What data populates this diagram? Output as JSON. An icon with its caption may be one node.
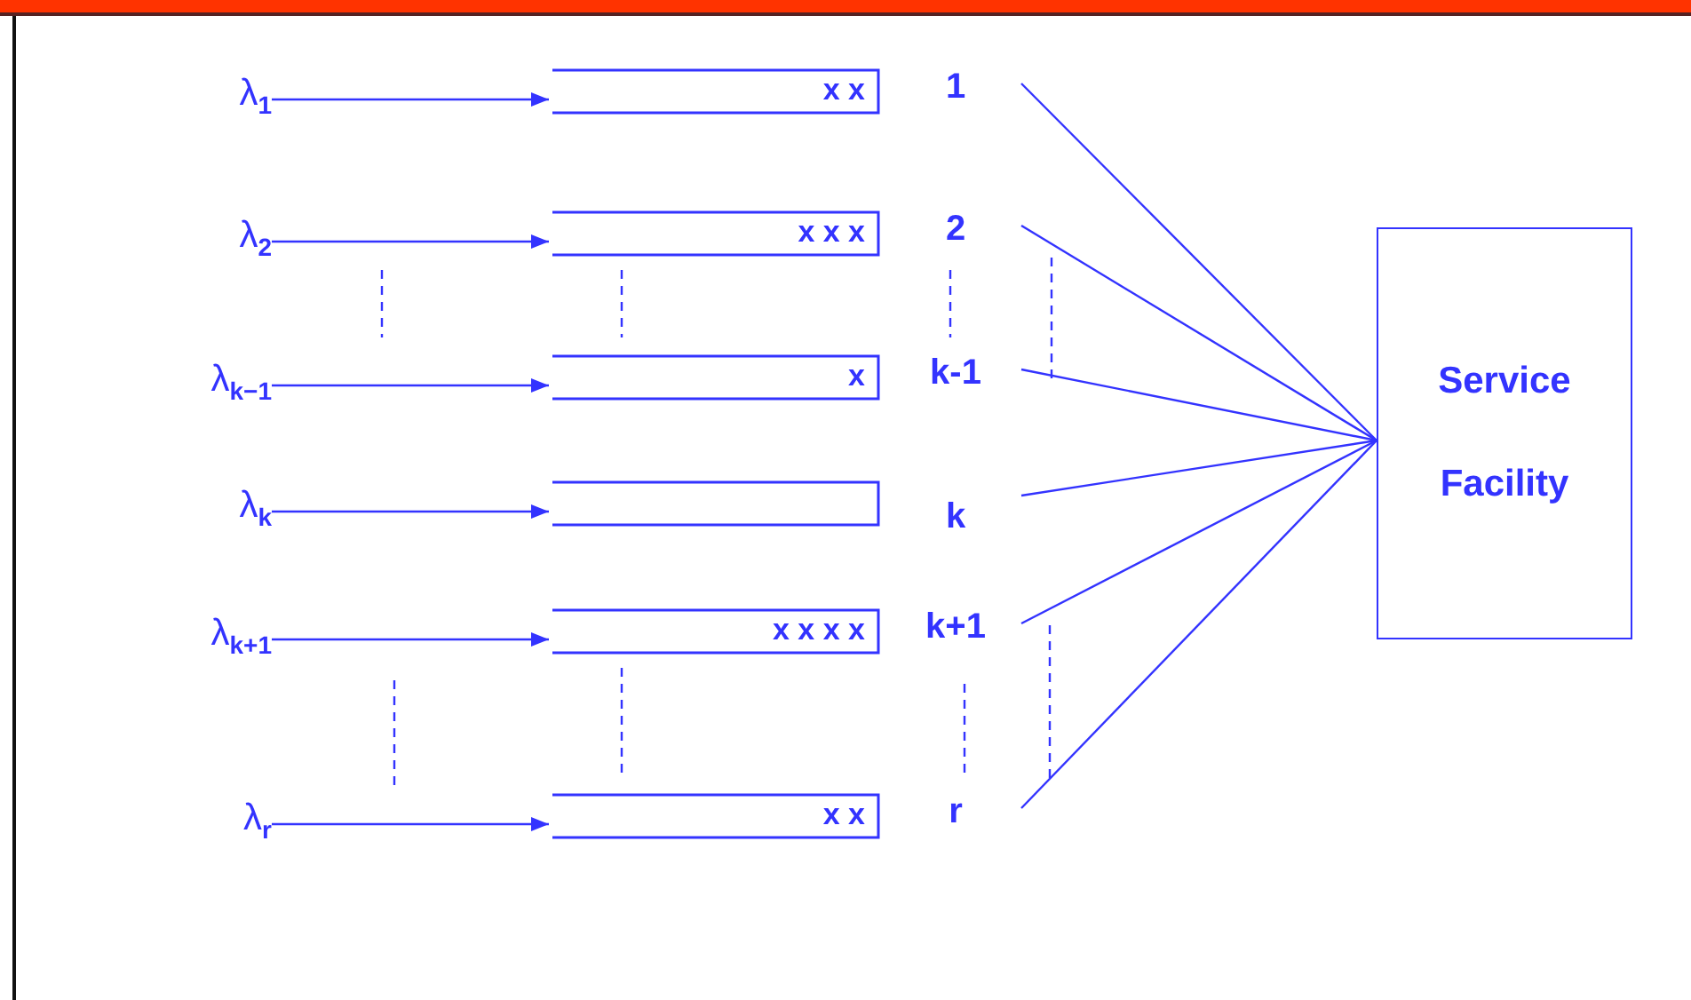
{
  "diagram": {
    "nodes": [
      {
        "text": [
          "λ$_{1}$"
        ]
      },
      {
        "text": [
          "x x"
        ],
        "beside": [
          "1"
        ]
      },
      {
        "text": [
          "λ$_{2}$"
        ]
      },
      {
        "text": [
          "x x x"
        ],
        "beside": [
          "2"
        ]
      },
      {
        "text": [
          "λ$_{k−1}$"
        ]
      },
      {
        "text": [
          "x"
        ],
        "beside": [
          "k-1"
        ]
      },
      {
        "text": [
          "λ$_{k}$"
        ]
      },
      {
        "text": [],
        "shape": "box",
        "beside": [
          "k"
        ]
      },
      {
        "text": [
          "λ$_{k+1}$"
        ]
      },
      {
        "text": [
          "x x x x"
        ],
        "beside": [
          "k+1"
        ]
      },
      {
        "text": [
          "λ$_{r}$"
        ]
      },
      {
        "text": [
          "x x"
        ],
        "beside": [
          "r"
        ]
      },
      {
        "text": [
          "Service Facility"
        ]
      }
    ],
    "edges": [
      {
        "from": 0,
        "to": 1,
        "arrow": "to"
      },
      {
        "from": 2,
        "to": 3,
        "arrow": "to"
      },
      {
        "from": 4,
        "to": 5,
        "arrow": "to"
      },
      {
        "from": 6,
        "to": 7,
        "arrow": "to"
      },
      {
        "from": 8,
        "to": 9,
        "arrow": "to"
      },
      {
        "from": 10,
        "to": 11,
        "arrow": "to"
      },
      {
        "from": 1,
        "to": 12,
        "arrow": "none"
      },
      {
        "from": 3,
        "to": 12,
        "arrow": "none"
      },
      {
        "from": 5,
        "to": 12,
        "arrow": "none"
      },
      {
        "from": 7,
        "to": 12,
        "arrow": "none"
      },
      {
        "from": 9,
        "to": 12,
        "arrow": "none"
      },
      {
        "from": 11,
        "to": 12,
        "arrow": "none"
      }
    ]
  }
}
